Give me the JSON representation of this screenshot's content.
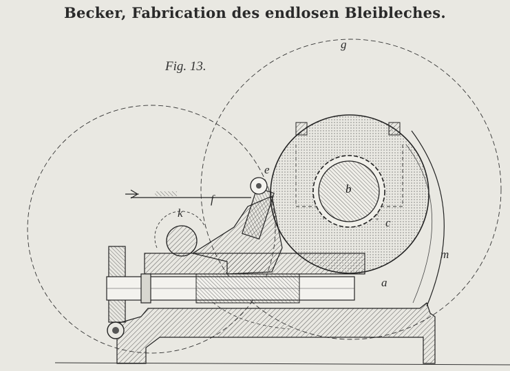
{
  "title": "Becker, Fabrication des endlosen Bleibleches.",
  "figure_label": "Fig. 13.",
  "part_labels": {
    "a": "a",
    "b": "b",
    "c": "c",
    "e": "e",
    "f": "f",
    "g": "g",
    "k": "k",
    "m": "m"
  },
  "colors": {
    "paper": "#e9e8e2",
    "ink": "#2a2a2a"
  }
}
